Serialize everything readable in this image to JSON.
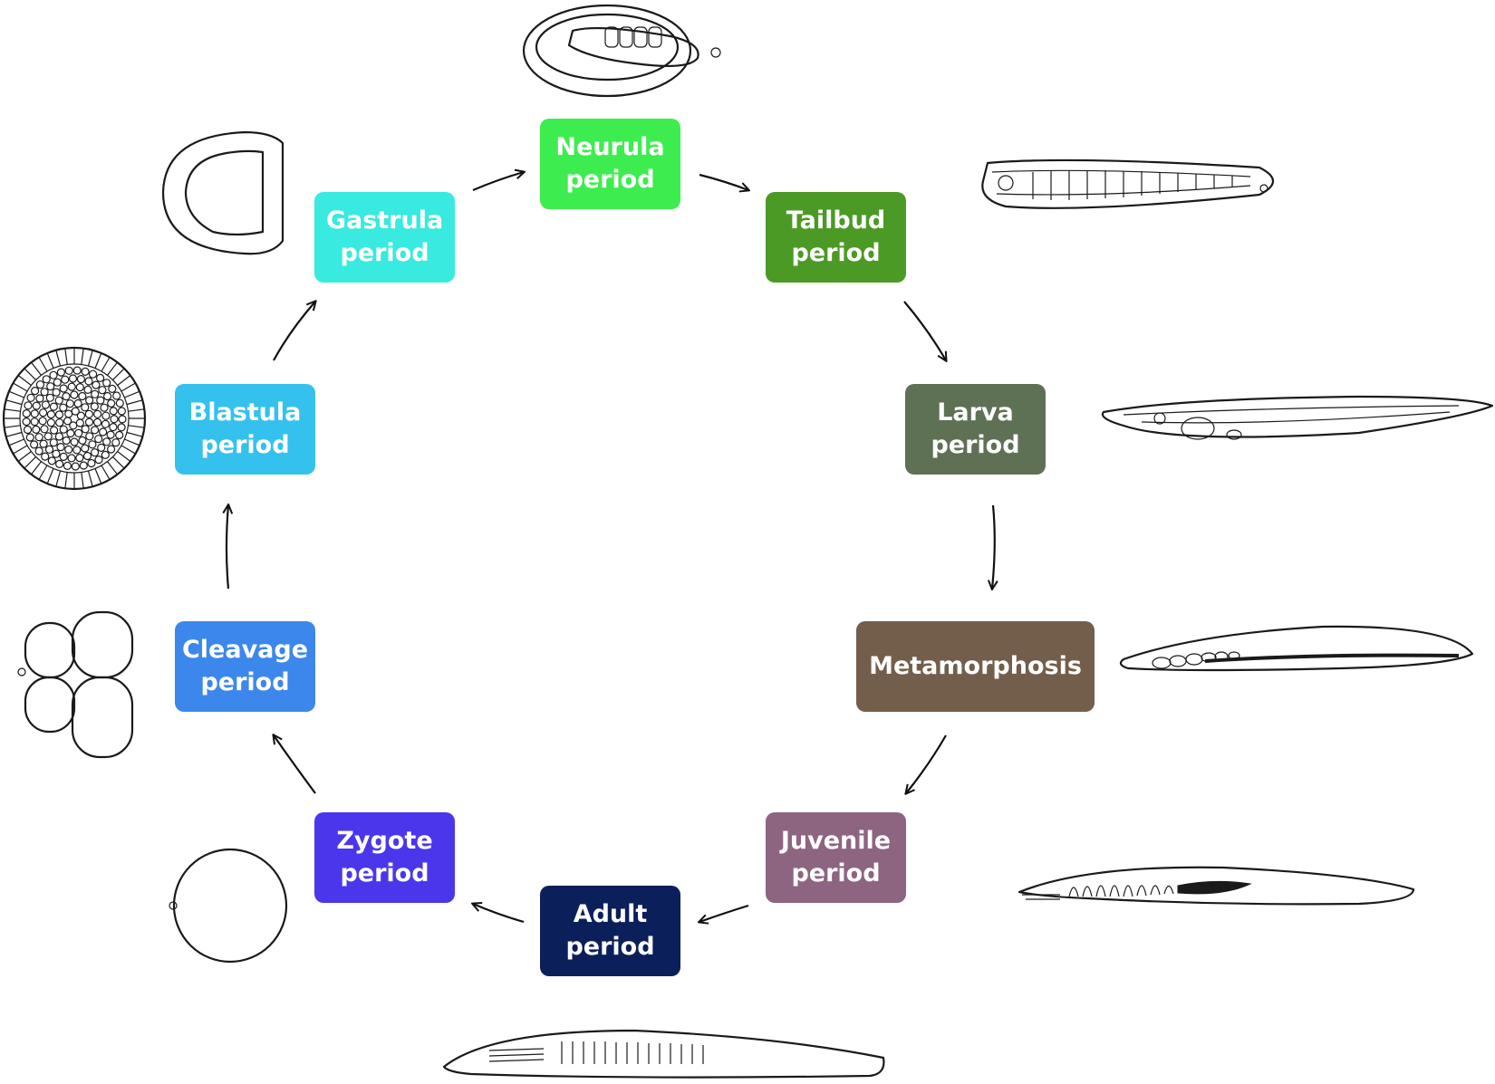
{
  "stages": [
    {
      "id": "neurula",
      "line1": "Neurula",
      "line2": "period",
      "color": "#3ded4f"
    },
    {
      "id": "tailbud",
      "line1": "Tailbud",
      "line2": "period",
      "color": "#4b9a25"
    },
    {
      "id": "larva",
      "line1": "Larva",
      "line2": "period",
      "color": "#5e7155"
    },
    {
      "id": "metamorphosis",
      "line1": "Metamorphosis",
      "line2": "",
      "color": "#735e4c"
    },
    {
      "id": "juvenile",
      "line1": "Juvenile",
      "line2": "period",
      "color": "#8d6580"
    },
    {
      "id": "adult",
      "line1": "Adult",
      "line2": "period",
      "color": "#0b1f5b"
    },
    {
      "id": "zygote",
      "line1": "Zygote",
      "line2": "period",
      "color": "#4a37eb"
    },
    {
      "id": "cleavage",
      "line1": "Cleavage",
      "line2": "period",
      "color": "#3c87ec"
    },
    {
      "id": "blastula",
      "line1": "Blastula",
      "line2": "period",
      "color": "#35c1ee"
    },
    {
      "id": "gastrula",
      "line1": "Gastrula",
      "line2": "period",
      "color": "#38eadf"
    }
  ],
  "flow": [
    "neurula",
    "tailbud",
    "larva",
    "metamorphosis",
    "juvenile",
    "adult",
    "zygote",
    "cleavage",
    "blastula",
    "gastrula",
    "neurula"
  ]
}
